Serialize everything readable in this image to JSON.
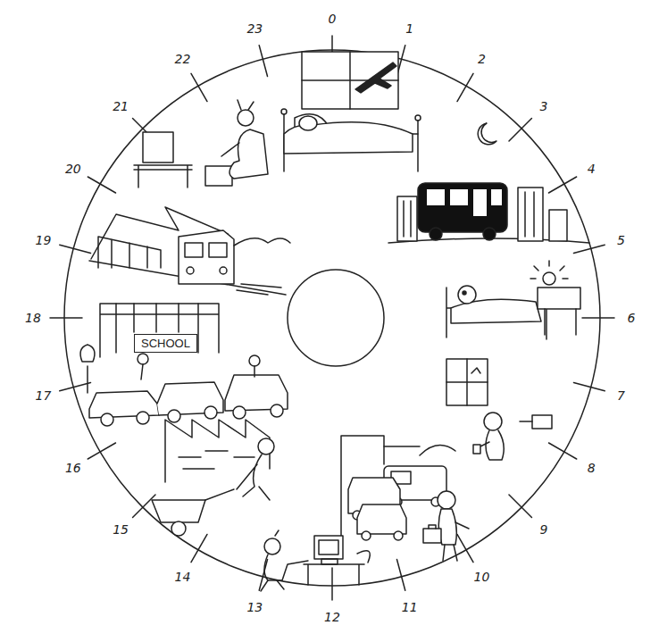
{
  "diagram": {
    "nodes": [
      {
        "text": [
          "SCHOOL"
        ]
      }
    ],
    "labels": [
      "0",
      "1",
      "2",
      "3",
      "4",
      "5",
      "6",
      "7",
      "8",
      "9",
      "10",
      "11",
      "12",
      "13",
      "14",
      "15",
      "16",
      "17",
      "18",
      "19",
      "20",
      "21",
      "22",
      "23"
    ]
  }
}
